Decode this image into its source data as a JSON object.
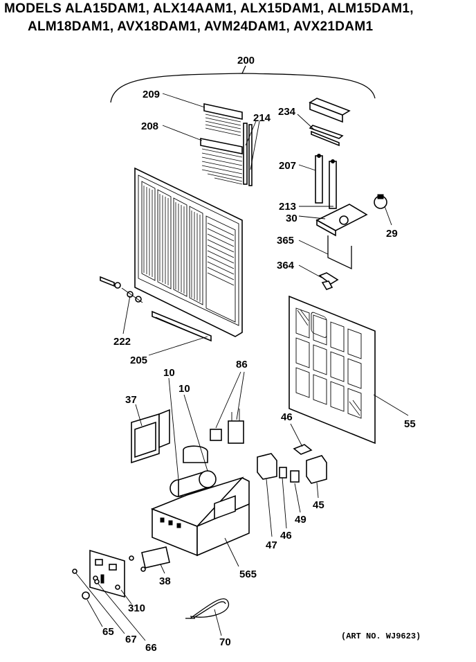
{
  "header": {
    "line1": "MODELS ALA15DAM1, ALX14AAM1, ALX15DAM1,   ALM15DAM1,",
    "line2": "ALM18DAM1, AVX18DAM1, AVM24DAM1, AVX21DAM1"
  },
  "callouts": {
    "c200": "200",
    "c209": "209",
    "c208": "208",
    "c214": "214",
    "c234": "234",
    "c207": "207",
    "c213": "213",
    "c30": "30",
    "c29": "29",
    "c365": "365",
    "c364": "364",
    "c222": "222",
    "c205": "205",
    "c86": "86",
    "c10a": "10",
    "c10b": "10",
    "c37": "37",
    "c55": "55",
    "c46a": "46",
    "c45": "45",
    "c49": "49",
    "c46b": "46",
    "c47": "47",
    "c565": "565",
    "c38": "38",
    "c310": "310",
    "c65": "65",
    "c67": "67",
    "c66": "66",
    "c70": "70"
  },
  "art_number": "(ART NO. WJ9623)"
}
